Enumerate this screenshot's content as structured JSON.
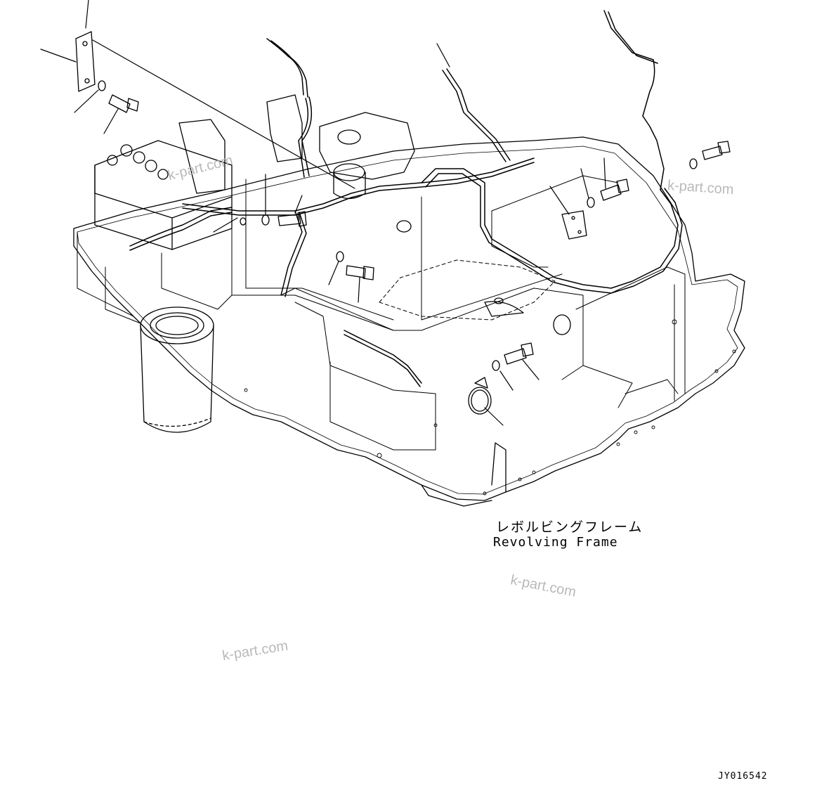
{
  "frame_label": {
    "japanese": "レボルビングフレーム",
    "english": "Revolving Frame"
  },
  "watermarks": [
    "k-part.com",
    "k-part.com",
    "k-part.com",
    "k-part.com"
  ],
  "drawing_code": "JY016542"
}
